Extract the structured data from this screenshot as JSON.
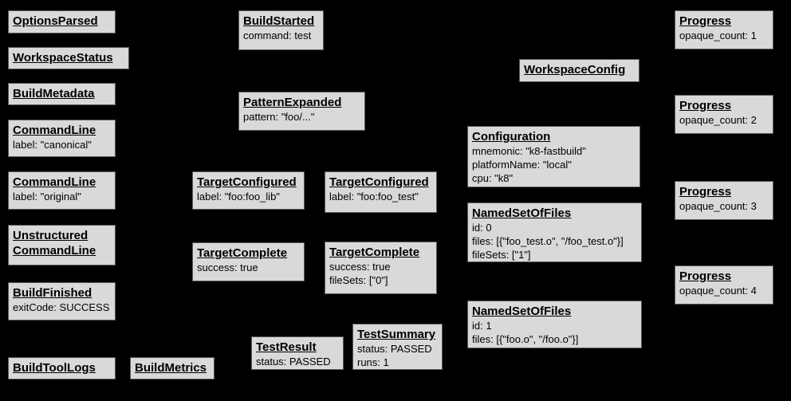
{
  "colors": {
    "background": "#000000",
    "node_fill": "#d9d9d9",
    "node_border": "#595959",
    "text": "#000000"
  },
  "nodes": {
    "options_parsed": {
      "title": "OptionsParsed",
      "lines": []
    },
    "workspace_status": {
      "title": "WorkspaceStatus",
      "lines": []
    },
    "build_metadata": {
      "title": "BuildMetadata",
      "lines": []
    },
    "command_line_canonical": {
      "title": "CommandLine",
      "lines": [
        "label: \"canonical\""
      ]
    },
    "command_line_original": {
      "title": "CommandLine",
      "lines": [
        "label: \"original\""
      ]
    },
    "unstructured_command_line": {
      "title": "Unstructured CommandLine",
      "lines": []
    },
    "build_finished": {
      "title": "BuildFinished",
      "lines": [
        "exitCode: SUCCESS"
      ]
    },
    "build_tool_logs": {
      "title": "BuildToolLogs",
      "lines": []
    },
    "build_metrics": {
      "title": "BuildMetrics",
      "lines": []
    },
    "build_started": {
      "title": "BuildStarted",
      "lines": [
        "command: test"
      ]
    },
    "pattern_expanded": {
      "title": "PatternExpanded",
      "lines": [
        "pattern: \"foo/...\""
      ]
    },
    "target_configured_lib": {
      "title": "TargetConfigured",
      "lines": [
        "label: \"foo:foo_lib\""
      ]
    },
    "target_complete_lib": {
      "title": "TargetComplete",
      "lines": [
        "success: true"
      ]
    },
    "test_result": {
      "title": "TestResult",
      "lines": [
        "status: PASSED"
      ]
    },
    "target_configured_test": {
      "title": "TargetConfigured",
      "lines": [
        "label: \"foo:foo_test\""
      ]
    },
    "target_complete_test": {
      "title": "TargetComplete",
      "lines": [
        "success: true",
        "fileSets: [\"0\"]"
      ]
    },
    "test_summary": {
      "title": "TestSummary",
      "lines": [
        "status: PASSED",
        "runs: 1"
      ]
    },
    "workspace_config": {
      "title": "WorkspaceConfig",
      "lines": []
    },
    "configuration": {
      "title": "Configuration",
      "lines": [
        "mnemonic: \"k8-fastbuild\"",
        "platformName: \"local\"",
        "cpu: \"k8\""
      ]
    },
    "named_set_0": {
      "title": "NamedSetOfFiles",
      "lines": [
        "id: 0",
        "files: [{\"foo_test.o\", \"/foo_test.o\"}]",
        "fileSets: [\"1\"]"
      ]
    },
    "named_set_1": {
      "title": "NamedSetOfFiles",
      "lines": [
        "id: 1",
        "files: [{\"foo.o\", \"/foo.o\"}]"
      ]
    },
    "progress_1": {
      "title": "Progress",
      "lines": [
        "opaque_count: 1"
      ]
    },
    "progress_2": {
      "title": "Progress",
      "lines": [
        "opaque_count: 2"
      ]
    },
    "progress_3": {
      "title": "Progress",
      "lines": [
        "opaque_count: 3"
      ]
    },
    "progress_4": {
      "title": "Progress",
      "lines": [
        "opaque_count: 4"
      ]
    }
  }
}
